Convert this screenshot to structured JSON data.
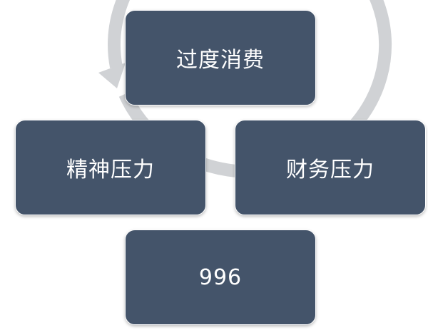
{
  "colors": {
    "node_fill": "#44546a",
    "node_text": "#ffffff",
    "cycle_arrow": "#d0d2d5"
  },
  "diagram": {
    "type": "cycle",
    "nodes": [
      {
        "id": "top",
        "label": "过度消费"
      },
      {
        "id": "right",
        "label": "财务压力"
      },
      {
        "id": "bottom",
        "label": "996"
      },
      {
        "id": "left",
        "label": "精神压力"
      }
    ],
    "arrow_icon": "circular-arrow-icon"
  }
}
